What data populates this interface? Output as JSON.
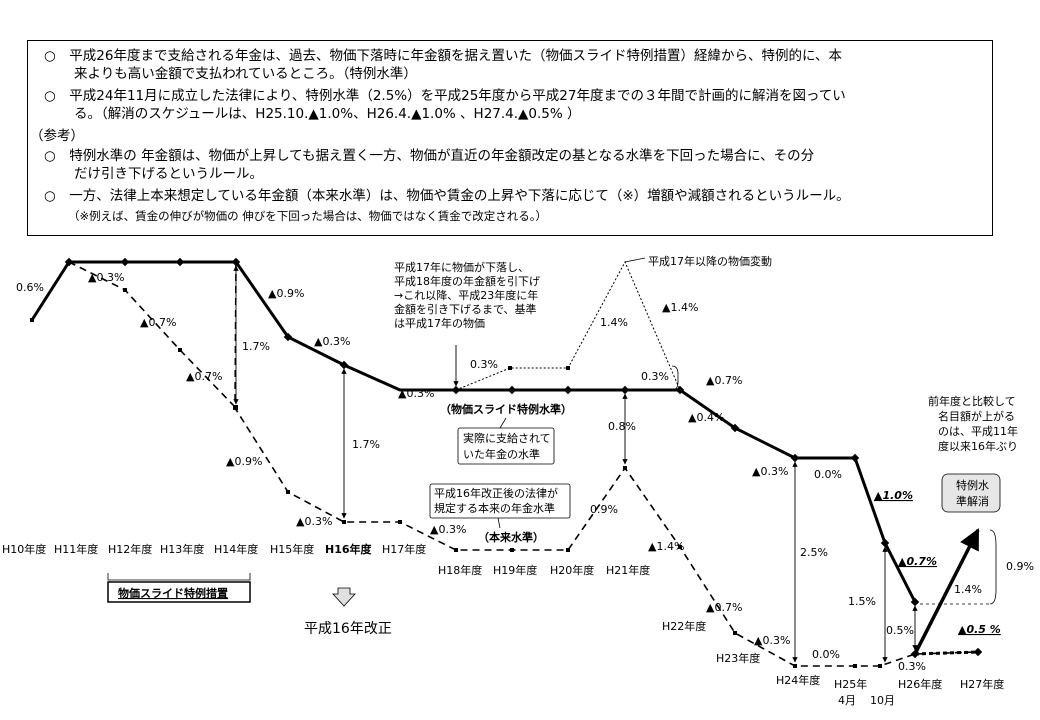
{
  "notes": [
    "○　平成26年度まで支給される年金は、過去、物価下落時に年金額を据え置いた（物価スライド特例措置）経緯から、特例的に、本",
    "来よりも高い金額で支払われているところ。（特例水準）",
    "○　平成24年11月に成立した法律により、特例水準（2.5%）を平成25年度から平成27年度までの３年間で計画的に解消を図ってい",
    "る。（解消のスケジュールは、H25.10.▲1.0%、H26.4.▲1.0% 、H27.4.▲0.5% ）",
    "（参考）",
    "○　特例水準の 年金額は、物価が上昇しても据え置く一方、物価が直近の年金額改定の基となる水準を下回った場合に、その分",
    "だけ引き下げるというルール。",
    "○　一方、法律上本来想定している年金額（本来水準）は、物価や賃金の上昇や下落に応じて（※）増額や減額されるというルール。",
    "（※例えば、賃金の伸びが物価の 伸びを下回った場合は、物価ではなく賃金で改定される。）"
  ],
  "years_top": [
    "H10年度",
    "H11年度",
    "H12年度",
    "H13年度",
    "H14年度",
    "H15年度",
    "H16年度",
    "H17年度"
  ],
  "years_low": [
    "H18年度",
    "H19年度",
    "H20年度",
    "H21年度",
    "H22年度",
    "H23年度",
    "H24年度",
    "H25年",
    "4月",
    "10月",
    "H26年度",
    "H27年度"
  ],
  "pct": {
    "p06": "0.6%",
    "p03a": "▲0.3%",
    "p07a": "▲0.7%",
    "p07b": "▲0.7%",
    "p09a": "▲0.9%",
    "p03b": "▲0.3%",
    "p17a": "1.7%",
    "p09b": "▲0.9%",
    "p03c": "▲0.3%",
    "p17b": "1.7%",
    "p03d": "▲0.3%",
    "p03e": "▲0.3%",
    "p03f": "0.3%",
    "p14a": "1.4%",
    "p14b": "▲1.4%",
    "p03g": "0.3%",
    "p07c": "▲0.7%",
    "p04": "▲0.4%",
    "p08": "0.8%",
    "p09c": "0.9%",
    "p14c": "▲1.4%",
    "p07d": "▲0.7%",
    "p03h": "▲0.3%",
    "p03i": "▲0.3%",
    "p00a": "0.0%",
    "p25": "2.5%",
    "p00b": "0.0%",
    "p15": "1.5%",
    "p05": "0.5%",
    "p03j": "0.3%",
    "p10": "▲1.0%",
    "p07e": "▲0.7%",
    "p05b": "▲0.5 %",
    "p14d": "1.4%",
    "p09d": "0.9%"
  },
  "labels": {
    "measure": "物価スライド特例措置",
    "kaisei": "平成16年改正",
    "tokurei": "（物価スライド特例水準）",
    "honrai": "（本来水準）",
    "jissai_1": "実際に支給されて",
    "jissai_2": "いた年金の水準",
    "kaisei_law_1": "平成16年改正後の法律が",
    "kaisei_law_2": "規定する本来の年金水準",
    "h17_1": "平成17年に物価が下落し、",
    "h17_2": "平成18年度の年金額を引下げ",
    "h17_3": "→これ以降、平成23年度に年",
    "h17_4": "金額を引き下げるまで、基準",
    "h17_5": "は平成17年の物価",
    "since17": "平成17年以降の物価変動",
    "rise_1": "前年度と比較して",
    "rise_2": "名目額が上がる",
    "rise_3": "のは、平成11年",
    "rise_4": "度以来16年ぶり",
    "kaisho_1": "特例水",
    "kaisho_2": "準解消"
  }
}
